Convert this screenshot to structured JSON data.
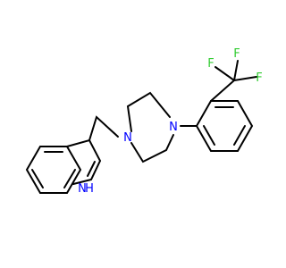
{
  "molecule": {
    "atoms": {
      "nitrogen_indole": "N",
      "hydrogen_indole": "H",
      "nitrogen_piperazine_left": "N",
      "nitrogen_piperazine_right": "N",
      "fluorine_1": "F",
      "fluorine_2": "F",
      "fluorine_3": "F"
    },
    "colors": {
      "bond": "#000000",
      "nitrogen": "#0000ff",
      "fluorine": "#33cc33"
    }
  }
}
